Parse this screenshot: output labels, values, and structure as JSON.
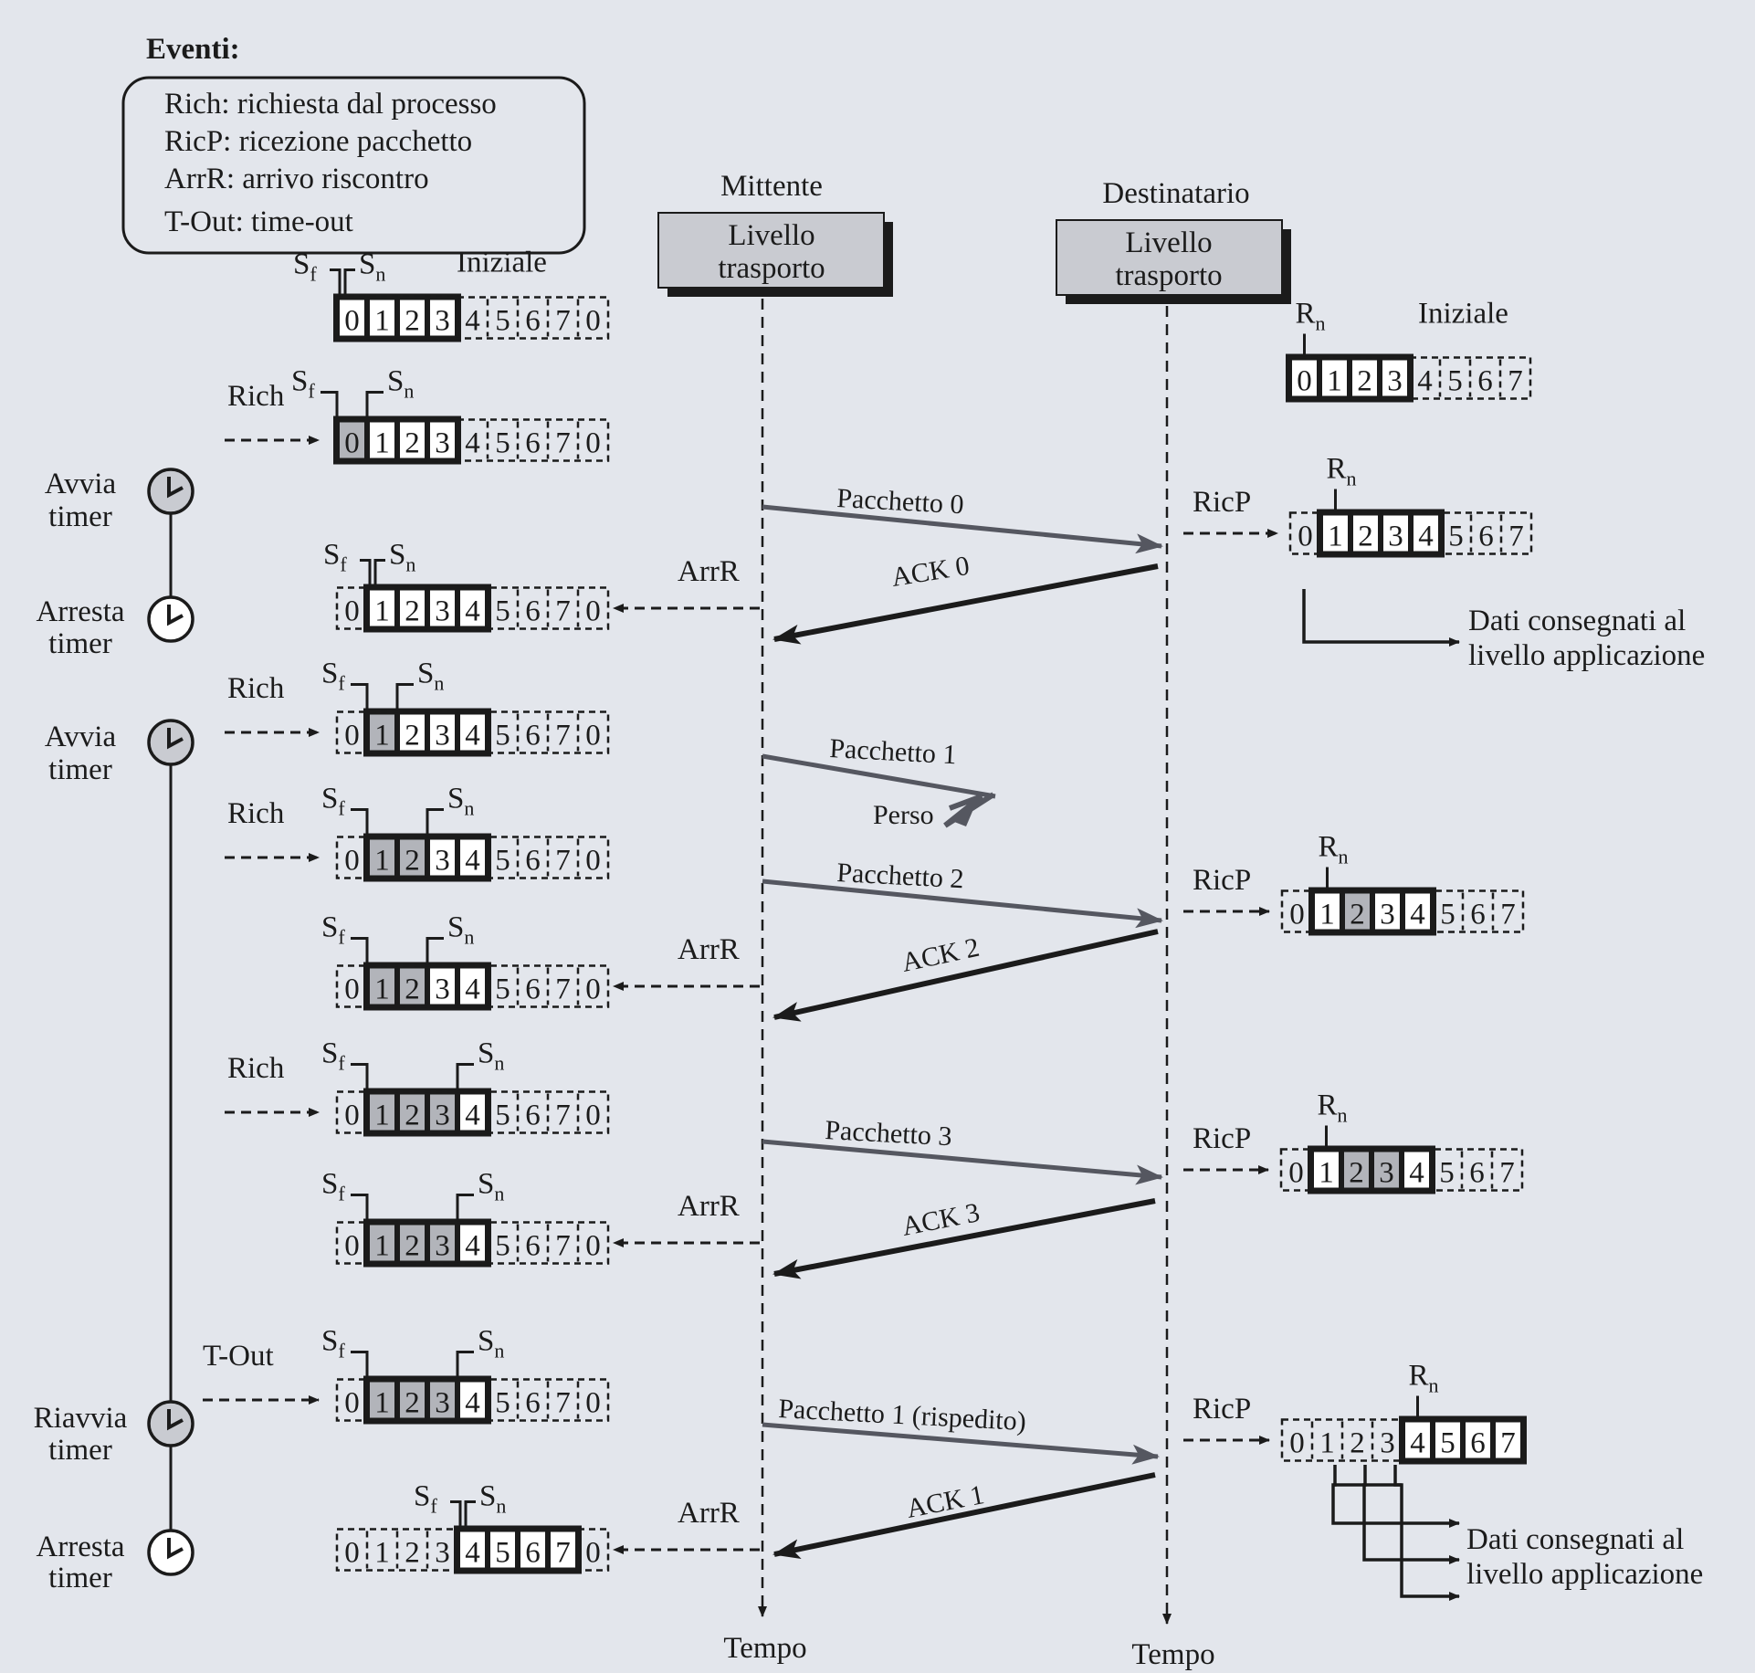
{
  "legend": {
    "title": "Eventi:",
    "items": [
      "Rich: richiesta dal processo",
      "RicP: ricezione pacchetto",
      "ArrR: arrivo riscontro",
      "T-Out: time-out"
    ]
  },
  "sender": {
    "role": "Mittente",
    "layer": [
      "Livello",
      "trasporto"
    ]
  },
  "receiver": {
    "role": "Destinatario",
    "layer": [
      "Livello",
      "trasporto"
    ]
  },
  "time_label": "Tempo",
  "initial_label": "Iniziale",
  "symbols": {
    "sf": "S",
    "sf_sub": "f",
    "sn": "S",
    "sn_sub": "n",
    "rn": "R",
    "rn_sub": "n"
  },
  "sender_windows": [
    {
      "event": "",
      "cells": [
        "0",
        "1",
        "2",
        "3",
        "4",
        "5",
        "6",
        "7",
        "0"
      ],
      "win_start": 0,
      "sf": 0,
      "sn": 0,
      "shaded": [],
      "initial": true
    },
    {
      "event": "Rich",
      "cells": [
        "0",
        "1",
        "2",
        "3",
        "4",
        "5",
        "6",
        "7",
        "0"
      ],
      "win_start": 0,
      "sf": 0,
      "sn": 1,
      "shaded": [
        0
      ]
    },
    {
      "event": "ArrR",
      "cells": [
        "0",
        "1",
        "2",
        "3",
        "4",
        "5",
        "6",
        "7",
        "0"
      ],
      "win_start": 1,
      "sf": 1,
      "sn": 1,
      "shaded": []
    },
    {
      "event": "Rich",
      "cells": [
        "0",
        "1",
        "2",
        "3",
        "4",
        "5",
        "6",
        "7",
        "0"
      ],
      "win_start": 1,
      "sf": 1,
      "sn": 2,
      "shaded": [
        1
      ]
    },
    {
      "event": "Rich",
      "cells": [
        "0",
        "1",
        "2",
        "3",
        "4",
        "5",
        "6",
        "7",
        "0"
      ],
      "win_start": 1,
      "sf": 1,
      "sn": 3,
      "shaded": [
        1,
        2
      ]
    },
    {
      "event": "ArrR",
      "cells": [
        "0",
        "1",
        "2",
        "3",
        "4",
        "5",
        "6",
        "7",
        "0"
      ],
      "win_start": 1,
      "sf": 1,
      "sn": 3,
      "shaded": [
        1,
        2
      ]
    },
    {
      "event": "Rich",
      "cells": [
        "0",
        "1",
        "2",
        "3",
        "4",
        "5",
        "6",
        "7",
        "0"
      ],
      "win_start": 1,
      "sf": 1,
      "sn": 4,
      "shaded": [
        1,
        2,
        3
      ]
    },
    {
      "event": "ArrR",
      "cells": [
        "0",
        "1",
        "2",
        "3",
        "4",
        "5",
        "6",
        "7",
        "0"
      ],
      "win_start": 1,
      "sf": 1,
      "sn": 4,
      "shaded": [
        1,
        2,
        3
      ]
    },
    {
      "event": "T-Out",
      "cells": [
        "0",
        "1",
        "2",
        "3",
        "4",
        "5",
        "6",
        "7",
        "0"
      ],
      "win_start": 1,
      "sf": 1,
      "sn": 4,
      "shaded": [
        1,
        2,
        3
      ]
    },
    {
      "event": "ArrR",
      "cells": [
        "0",
        "1",
        "2",
        "3",
        "4",
        "5",
        "6",
        "7",
        "0"
      ],
      "win_start": 4,
      "sf": 4,
      "sn": 4,
      "shaded": []
    }
  ],
  "receiver_windows": [
    {
      "cells": [
        "0",
        "1",
        "2",
        "3",
        "4",
        "5",
        "6",
        "7"
      ],
      "win_start": 0,
      "rn": 0,
      "shaded": [],
      "initial": true
    },
    {
      "cells": [
        "0",
        "1",
        "2",
        "3",
        "4",
        "5",
        "6",
        "7"
      ],
      "win_start": 1,
      "rn": 1,
      "shaded": []
    },
    {
      "cells": [
        "0",
        "1",
        "2",
        "3",
        "4",
        "5",
        "6",
        "7"
      ],
      "win_start": 1,
      "rn": 1,
      "shaded": [
        2
      ]
    },
    {
      "cells": [
        "0",
        "1",
        "2",
        "3",
        "4",
        "5",
        "6",
        "7"
      ],
      "win_start": 1,
      "rn": 1,
      "shaded": [
        2,
        3
      ]
    },
    {
      "cells": [
        "0",
        "1",
        "2",
        "3",
        "4",
        "5",
        "6",
        "7"
      ],
      "win_start": 4,
      "rn": 4,
      "shaded": []
    }
  ],
  "receiver_event": "RicP",
  "messages": [
    {
      "label": "Pacchetto 0",
      "direction": "to_receiver"
    },
    {
      "label": "ACK 0",
      "direction": "to_sender"
    },
    {
      "label": "Pacchetto 1",
      "direction": "lost",
      "lost_label": "Perso"
    },
    {
      "label": "Pacchetto 2",
      "direction": "to_receiver"
    },
    {
      "label": "ACK 2",
      "direction": "to_sender"
    },
    {
      "label": "Pacchetto 3",
      "direction": "to_receiver"
    },
    {
      "label": "ACK 3",
      "direction": "to_sender"
    },
    {
      "label": "Pacchetto 1 (rispedito)",
      "direction": "to_receiver"
    },
    {
      "label": "ACK 1",
      "direction": "to_sender"
    }
  ],
  "timers": [
    {
      "label": [
        "Avvia",
        "timer"
      ]
    },
    {
      "label": [
        "Arresta",
        "timer"
      ]
    },
    {
      "label": [
        "Avvia",
        "timer"
      ]
    },
    {
      "label": [
        "Riavvia",
        "timer"
      ]
    },
    {
      "label": [
        "Arresta",
        "timer"
      ]
    }
  ],
  "delivered": [
    "Dati consegnati al",
    "livello applicazione"
  ],
  "colors": {
    "background": "#e3e6ec",
    "box": "#c9cbd1",
    "shade": "#b2b4ba",
    "ink": "#1b1b1b",
    "arrow": "#555760"
  }
}
